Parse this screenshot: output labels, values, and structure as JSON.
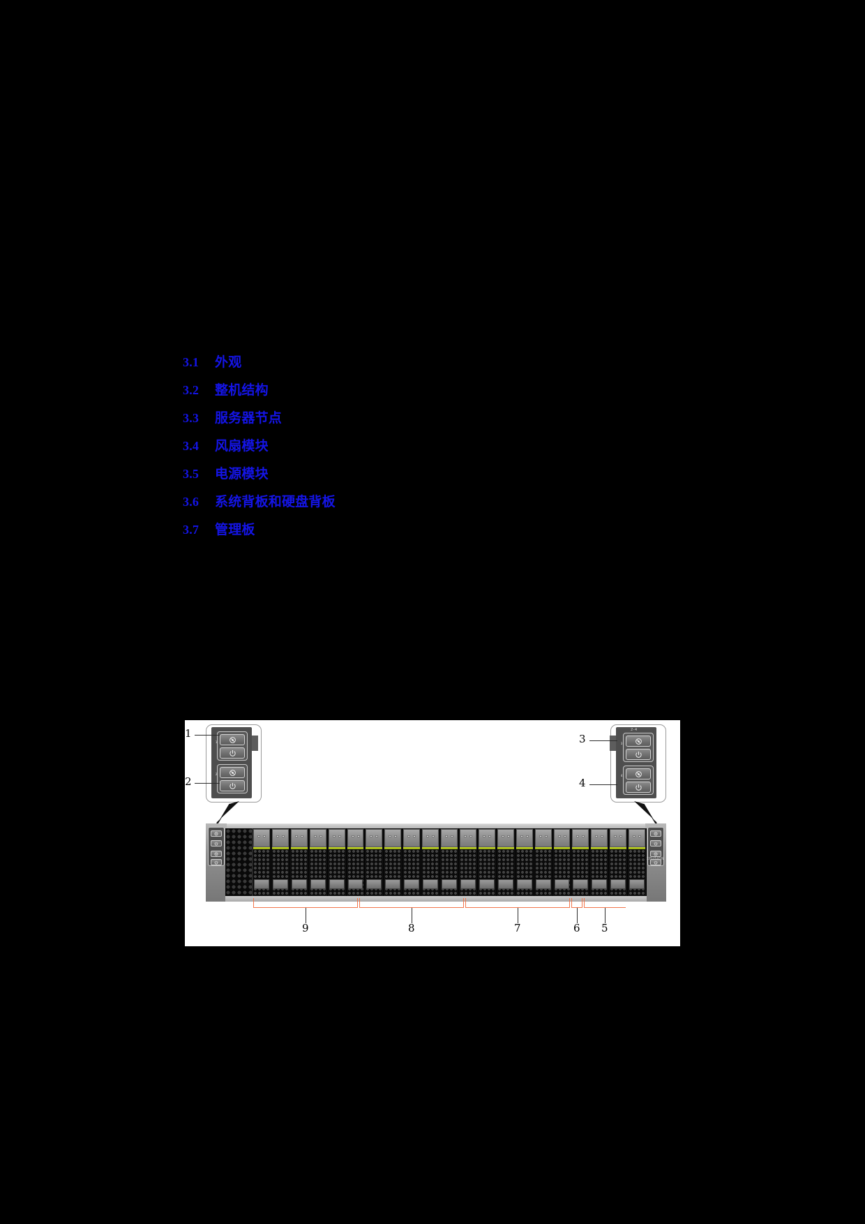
{
  "page": {
    "background_color": "#000000",
    "link_color": "#1414e6"
  },
  "toc": {
    "items": [
      {
        "num": "3.1",
        "label": "外观"
      },
      {
        "num": "3.2",
        "label": "整机结构"
      },
      {
        "num": "3.3",
        "label": "服务器节点"
      },
      {
        "num": "3.4",
        "label": "风扇模块"
      },
      {
        "num": "3.5",
        "label": "电源模块"
      },
      {
        "num": "3.6",
        "label": "系统背板和硬盘背板"
      },
      {
        "num": "3.7",
        "label": "管理板"
      }
    ]
  },
  "figure": {
    "background_color": "#ffffff",
    "callout_numbers": {
      "one": "1",
      "two": "2",
      "three": "3",
      "four": "4",
      "five": "5",
      "six": "6",
      "seven": "7",
      "eight": "8",
      "nine": "9"
    },
    "labels": {
      "node_tag_1": "1",
      "node_tag_2": "2",
      "node_tag_3": "3",
      "node_tag_4": "4",
      "dual_tag": "2-4"
    },
    "brand_text": "XFUSION",
    "bracket_color": "#f2754a",
    "drive_led_color": "#c9da2a",
    "drive_count": 21,
    "icons": {
      "uid": "uid-indicator-icon",
      "power": "power-button-icon",
      "node_label": "node-label-icon"
    }
  }
}
